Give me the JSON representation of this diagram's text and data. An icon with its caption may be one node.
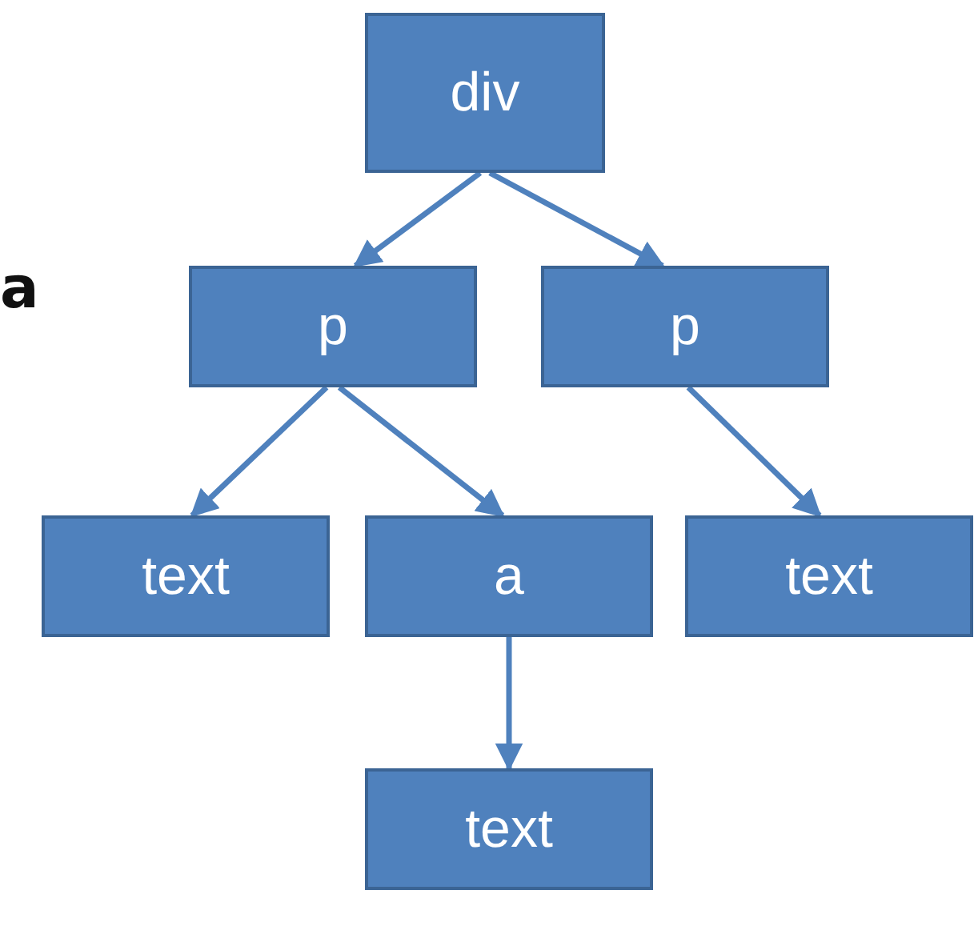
{
  "diagram": {
    "nodes": [
      {
        "text": [
          "div"
        ]
      },
      {
        "text": [
          "p"
        ]
      },
      {
        "text": [
          "p"
        ]
      },
      {
        "text": [
          "text"
        ]
      },
      {
        "text": [
          "a"
        ]
      },
      {
        "text": [
          "text"
        ]
      },
      {
        "text": [
          "text"
        ]
      }
    ],
    "edges": [
      {
        "from": 0,
        "to": 1,
        "arrow": "to"
      },
      {
        "from": 0,
        "to": 2,
        "arrow": "to"
      },
      {
        "from": 1,
        "to": 3,
        "arrow": "to"
      },
      {
        "from": 1,
        "to": 4,
        "arrow": "to"
      },
      {
        "from": 2,
        "to": 5,
        "arrow": "to"
      },
      {
        "from": 4,
        "to": 6,
        "arrow": "to"
      }
    ],
    "labels": [
      "a"
    ]
  }
}
